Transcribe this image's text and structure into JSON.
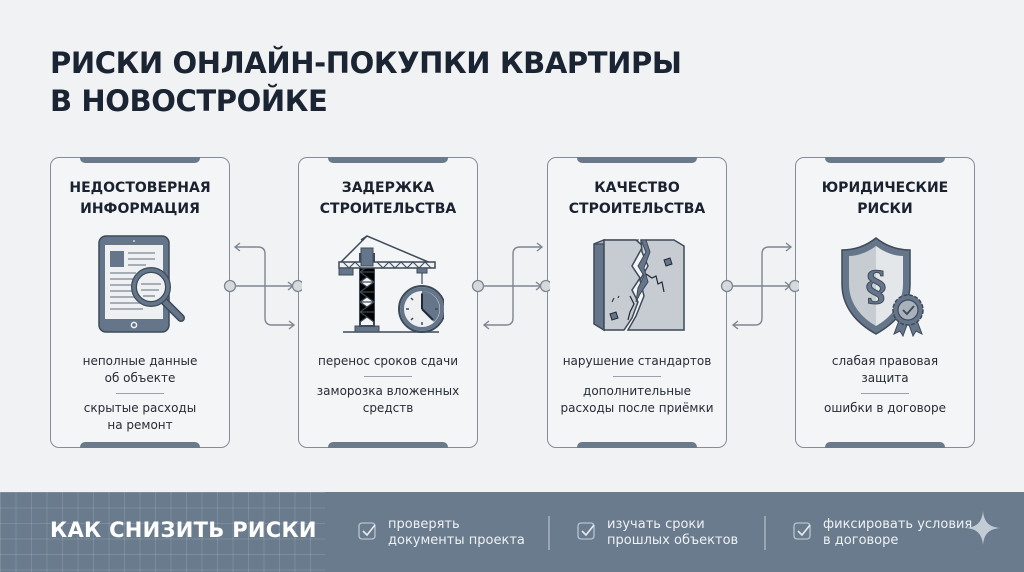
{
  "title": {
    "line1": "РИСКИ ОНЛАЙН-ПОКУПКИ КВАРТИРЫ",
    "line2": "В НОВОСТРОЙКЕ"
  },
  "cards": [
    {
      "heading_line1": "НЕДОСТОВЕРНАЯ",
      "heading_line2": "ИНФОРМАЦИЯ",
      "icon": "tablet-magnifier-icon",
      "items": [
        {
          "line1": "неполные данные",
          "line2": "об объекте"
        },
        {
          "line1": "скрытые расходы",
          "line2": "на ремонт"
        }
      ]
    },
    {
      "heading_line1": "ЗАДЕРЖКА",
      "heading_line2": "СТРОИТЕЛЬСТВА",
      "icon": "crane-clock-icon",
      "items": [
        {
          "line1": "перенос сроков сдачи",
          "line2": ""
        },
        {
          "line1": "заморозка вложенных",
          "line2": "средств"
        }
      ]
    },
    {
      "heading_line1": "КАЧЕСТВО",
      "heading_line2": "СТРОИТЕЛЬСТВА",
      "icon": "cracked-wall-icon",
      "items": [
        {
          "line1": "нарушение стандартов",
          "line2": ""
        },
        {
          "line1": "дополнительные",
          "line2": "расходы после приёмки"
        }
      ]
    },
    {
      "heading_line1": "ЮРИДИЧЕСКИЕ",
      "heading_line2": "РИСКИ",
      "icon": "shield-paragraph-icon",
      "items": [
        {
          "line1": "слабая правовая",
          "line2": "защита"
        },
        {
          "line1": "ошибки в договоре",
          "line2": ""
        }
      ]
    }
  ],
  "footer": {
    "title": "КАК СНИЗИТЬ РИСКИ",
    "tips": [
      {
        "line1": "проверять",
        "line2": "документы проекта"
      },
      {
        "line1": "изучать сроки",
        "line2": "прошлых объектов"
      },
      {
        "line1": "фиксировать условия",
        "line2": "в договоре"
      }
    ]
  },
  "colors": {
    "background": "#f1f2f4",
    "card_border": "#858d98",
    "accent_slate": "#6b7a8b",
    "footer_band": "#697b8d",
    "title_text": "#1a2433"
  }
}
